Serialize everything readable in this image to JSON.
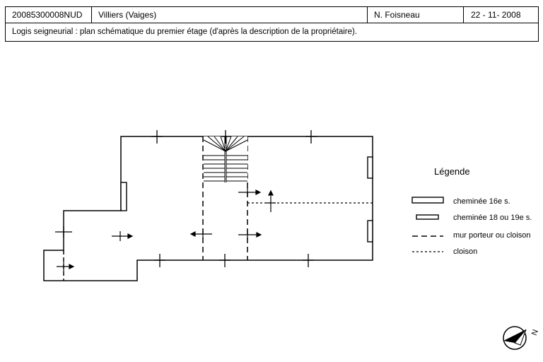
{
  "header": {
    "reference": "20085300008NUD",
    "location": "Villiers (Vaiges)",
    "author": "N. Foisneau",
    "date": "22 - 11- 2008",
    "caption": "Logis seigneurial : plan schématique du premier étage (d'après la description de la propriétaire)."
  },
  "legend": {
    "title": "Légende",
    "items": [
      {
        "symbol": "fireplace-large",
        "label": "cheminée 16e s."
      },
      {
        "symbol": "fireplace-small",
        "label": "cheminée 18 ou 19e s."
      },
      {
        "symbol": "dashed-line",
        "label": "mur porteur ou cloison"
      },
      {
        "symbol": "dotted-line",
        "label": "cloison"
      }
    ]
  },
  "north_arrow": {
    "label": "N",
    "icon": "north-arrow-icon"
  }
}
